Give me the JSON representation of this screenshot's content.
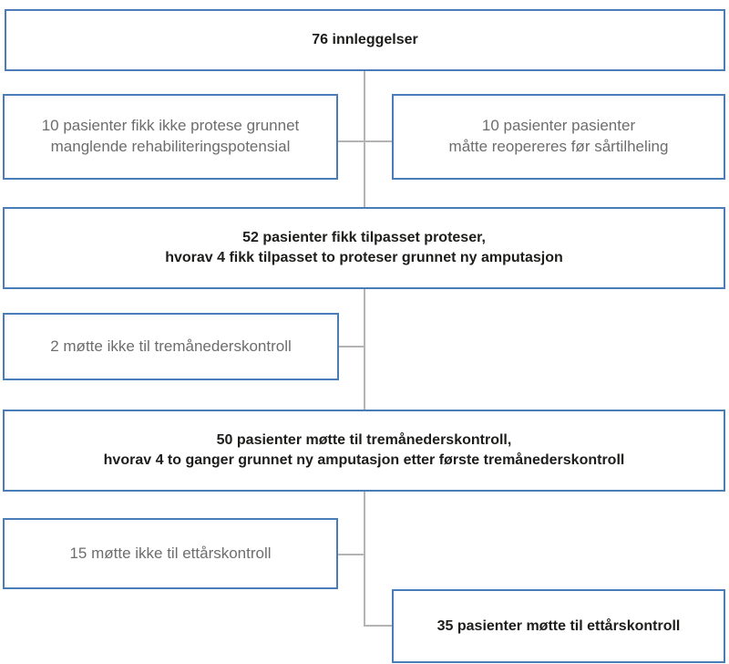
{
  "diagram": {
    "type": "flowchart",
    "language": "no",
    "colors": {
      "border": "#4a7db8",
      "connector": "#b4b4b4",
      "text_dark": "#1d1d1b",
      "text_gray": "#6d6d6d"
    },
    "boxes": [
      {
        "id": "innleggelser",
        "emphasis": true,
        "text": "76 innleggelser"
      },
      {
        "id": "ingen-protese",
        "emphasis": false,
        "text": "10 pasienter fikk ikke protese grunnet\nmanglende rehabiliteringspotensial"
      },
      {
        "id": "reoperert",
        "emphasis": false,
        "text": "10 pasienter pasienter\nmåtte reopereres før sårtilheling"
      },
      {
        "id": "tilpasset-proteser",
        "emphasis": true,
        "text": "52 pasienter fikk tilpasset proteser,\nhvorav 4 fikk tilpasset to proteser grunnet ny amputasjon"
      },
      {
        "id": "ikke-tremaanederskontroll",
        "emphasis": false,
        "text": "2 møtte ikke til tremånederskontroll"
      },
      {
        "id": "tremaanederskontroll",
        "emphasis": true,
        "text": "50 pasienter møtte til tremånederskontroll,\nhvorav 4 to ganger grunnet ny amputasjon etter første tremånederskontroll"
      },
      {
        "id": "ikke-ettaarskontroll",
        "emphasis": false,
        "text": "15 møtte ikke til ettårskontroll"
      },
      {
        "id": "ettaarskontroll",
        "emphasis": true,
        "text": "35 pasienter møtte til ettårskontroll"
      }
    ]
  }
}
